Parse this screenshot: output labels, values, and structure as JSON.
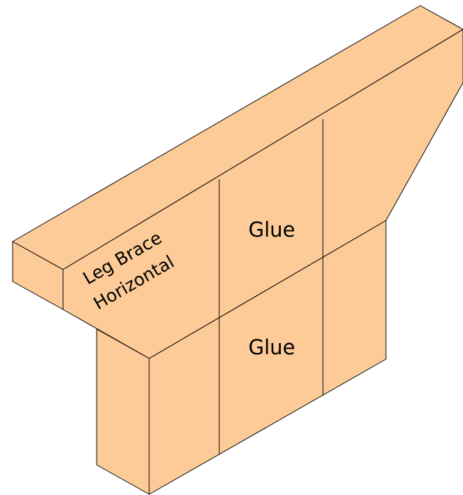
{
  "diagram": {
    "labels": {
      "leg_brace_line1": "Leg Brace",
      "leg_brace_line2": "Horizontal",
      "glue_upper": "Glue",
      "glue_lower": "Glue"
    },
    "colors": {
      "wood_fill": "#FCCB98",
      "outline": "#000000",
      "background": "#FFFFFF"
    }
  }
}
